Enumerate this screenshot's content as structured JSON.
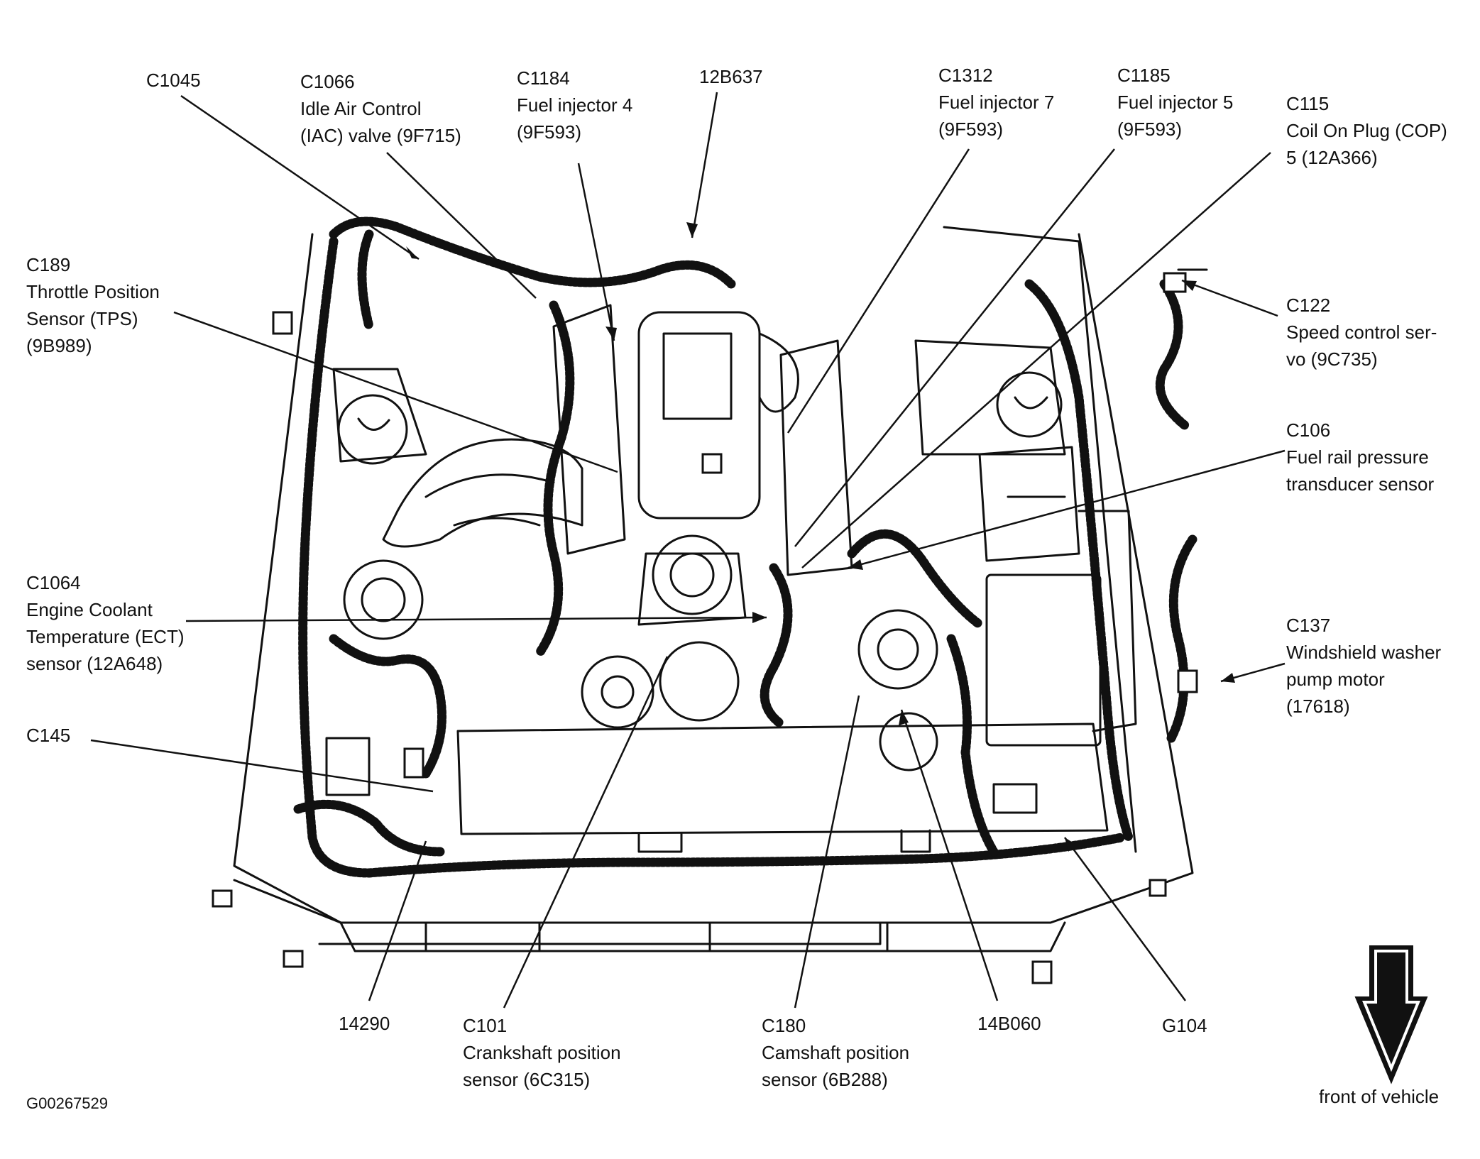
{
  "figure_id": "G00267529",
  "front_label": "front of vehicle",
  "callouts": [
    {
      "id": "c1045",
      "lines": [
        "C1045"
      ]
    },
    {
      "id": "c1066",
      "lines": [
        "C1066",
        "Idle Air Control",
        "(IAC) valve (9F715)"
      ]
    },
    {
      "id": "c1184",
      "lines": [
        "C1184",
        "Fuel injector 4",
        "(9F593)"
      ]
    },
    {
      "id": "12b637",
      "lines": [
        "12B637"
      ]
    },
    {
      "id": "c1312",
      "lines": [
        "C1312",
        "Fuel injector 7",
        "(9F593)"
      ]
    },
    {
      "id": "c1185",
      "lines": [
        "C1185",
        "Fuel injector 5",
        "(9F593)"
      ]
    },
    {
      "id": "c115",
      "lines": [
        "C115",
        "Coil On Plug (COP)",
        "5 (12A366)"
      ]
    },
    {
      "id": "c189",
      "lines": [
        "C189",
        "Throttle Position",
        "Sensor (TPS)",
        "(9B989)"
      ]
    },
    {
      "id": "c122",
      "lines": [
        "C122",
        "Speed control ser-",
        "vo (9C735)"
      ]
    },
    {
      "id": "c106",
      "lines": [
        "C106",
        "Fuel rail pressure",
        "transducer sensor"
      ]
    },
    {
      "id": "c1064",
      "lines": [
        "C1064",
        "Engine Coolant",
        "Temperature (ECT)",
        "sensor (12A648)"
      ]
    },
    {
      "id": "c137",
      "lines": [
        "C137",
        "Windshield washer",
        "pump motor",
        "(17618)"
      ]
    },
    {
      "id": "c145",
      "lines": [
        "C145"
      ]
    },
    {
      "id": "14290",
      "lines": [
        "14290"
      ]
    },
    {
      "id": "c101",
      "lines": [
        "C101",
        "Crankshaft position",
        "sensor (6C315)"
      ]
    },
    {
      "id": "c180",
      "lines": [
        "C180",
        "Camshaft position",
        "sensor (6B288)"
      ]
    },
    {
      "id": "14b060",
      "lines": [
        "14B060"
      ]
    },
    {
      "id": "g104",
      "lines": [
        "G104"
      ]
    }
  ]
}
